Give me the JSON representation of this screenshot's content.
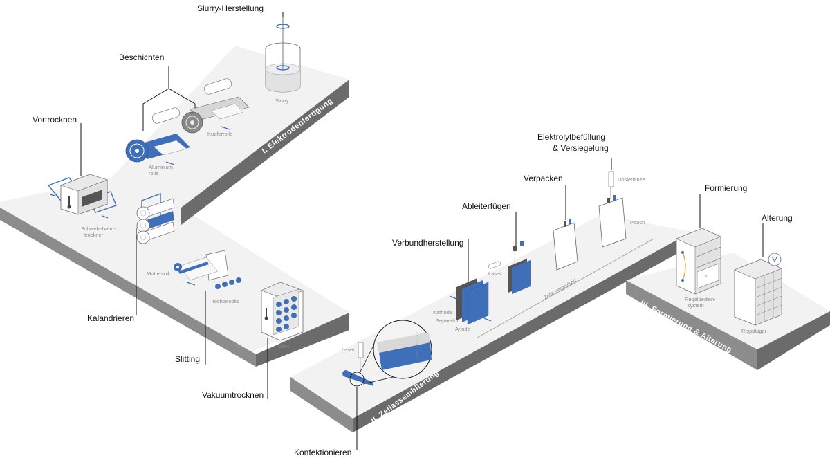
{
  "sections": {
    "electrode": "I. Elektrodenfertigung",
    "assembly": "II. Zellassemblierung",
    "formation": "III. Formierung & Alterung"
  },
  "steps": {
    "slurry": "Slurry-Herstellung",
    "coating": "Beschichten",
    "predrying": "Vortrocknen",
    "calendering": "Kalandrieren",
    "slitting": "Slitting",
    "vacuum": "Vakuumtrocknen",
    "cutting": "Konfektionieren",
    "stacking": "Verbundherstellung",
    "tab_joining": "Ableiterfügen",
    "packaging": "Verpacken",
    "filling_1": "Elektrolytbefüllung",
    "filling_2": "& Versiegelung",
    "formation": "Formierung",
    "aging": "Alterung"
  },
  "captions": {
    "slurry": "Slurry",
    "copper": "Kupferrolle",
    "alu_1": "Aluminium-",
    "alu_2": "rolle",
    "dryer_1": "Schwebebahn-",
    "dryer_2": "trockner",
    "mother": "Muttercoil",
    "daughter": "Tochtercoils",
    "oven": "Ofen",
    "laser_1": "Laser",
    "laser_2": "Laser",
    "cathode": "Kathode",
    "separator": "Separator",
    "anode": "Anode",
    "enlarged": "Zelle vergrößert",
    "lance": "Dosierlanze",
    "pouch": "Pouch",
    "rack_1": "Regalbedien-",
    "rack_2": "system",
    "storage": "Regallager"
  },
  "colors": {
    "accent": "#3f6fb8",
    "platform_top": "#f2f2f2",
    "platform_side": "#6b6b6b"
  }
}
